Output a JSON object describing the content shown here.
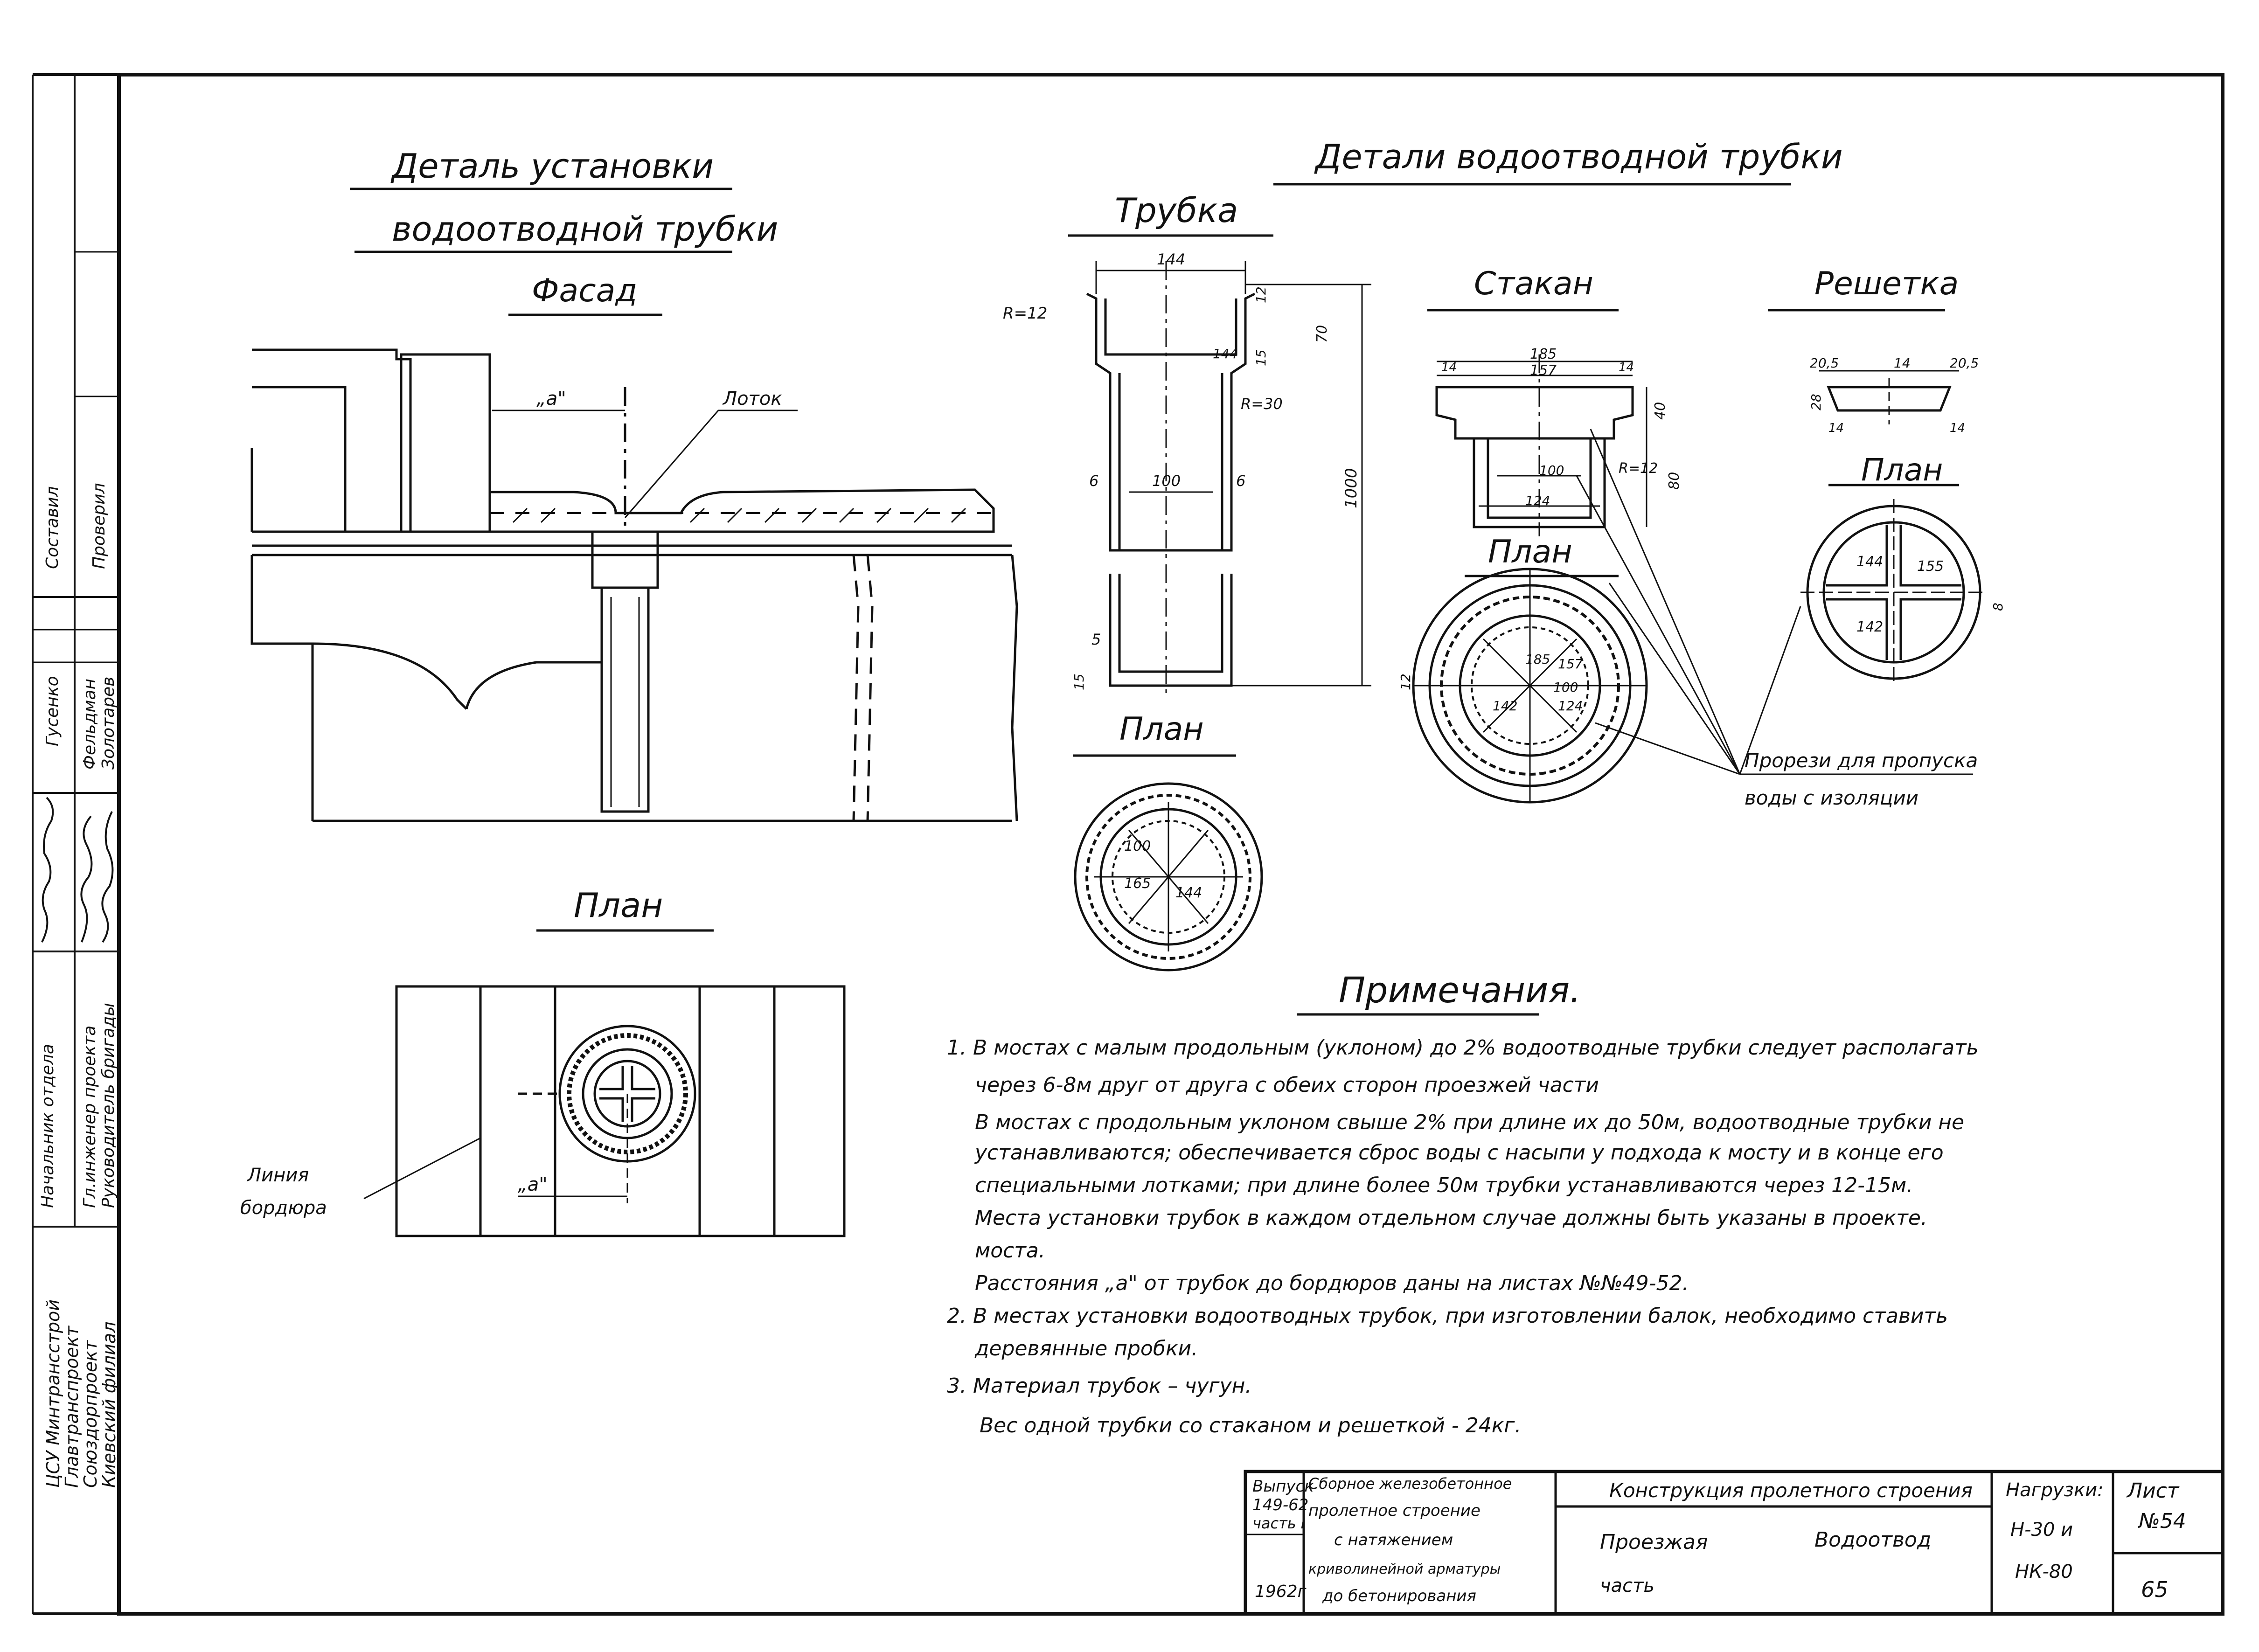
{
  "titles": {
    "install_detail_1": "Деталь установки",
    "install_detail_2": "водоотводной трубки",
    "facade": "Фасад",
    "plan_main": "План",
    "pipe_details": "Детали водоотводной трубки",
    "pipe": "Трубка",
    "socket": "Стакан",
    "grate": "Решетка",
    "pipe_plan": "План",
    "socket_plan": "План",
    "grate_plan": "План",
    "notes": "Примечания."
  },
  "labels": {
    "tray": "Лоток",
    "dim_a_facade": "„а\"",
    "dim_a_plan": "„а\"",
    "curb_line_1": "Линия",
    "curb_line_2": "бордюра",
    "slots_1": "Прорези для пропуска",
    "slots_2": "воды с изоляции"
  },
  "dims": {
    "pipe_top_w": "144",
    "pipe_r": "R=12",
    "pipe_12": "12",
    "pipe_70": "70",
    "pipe_144b": "144",
    "pipe_15": "15",
    "pipe_r30": "R=30",
    "pipe_1000": "1000",
    "pipe_6a": "6",
    "pipe_100": "100",
    "pipe_6b": "6",
    "pipe_5": "5",
    "pipe_15b": "15",
    "plan_100": "100",
    "plan_165": "165",
    "plan_144": "144",
    "socket_185": "185",
    "socket_14a": "14",
    "socket_157": "157",
    "socket_14b": "14",
    "socket_40": "40",
    "socket_r12": "R=12",
    "socket_100": "100",
    "socket_80": "80",
    "socket_124": "124",
    "splan_185": "185",
    "splan_157": "157",
    "splan_100": "100",
    "splan_124": "124",
    "splan_142": "142",
    "splan_12": "12",
    "grate_205a": "20,5",
    "grate_14": "14",
    "grate_205b": "20,5",
    "grate_28": "28",
    "grate_14a": "14",
    "grate_14b": "14",
    "gplan_144": "144",
    "gplan_155": "155",
    "gplan_142": "142",
    "gplan_8": "8"
  },
  "notes": [
    "1. В мостах с малым продольным (уклоном) до 2% водоотводные трубки следует располагать",
    "через 6-8м друг от друга с обеих сторон проезжей части",
    "В мостах с продольным уклоном свыше 2% при длине их до 50м, водоотводные трубки не",
    "устанавливаются; обеспечивается сброс воды с насыпи у подхода к мосту и в конце его",
    "специальными лотками; при длине более 50м трубки устанавливаются через 12-15м.",
    "Места установки трубок в каждом отдельном случае должны быть указаны в проекте.",
    "моста.",
    "Расстояния „а\" от трубок до бордюров даны на листах №№49-52.",
    "2. В местах установки водоотводных трубок, при изготовлении балок, необходимо ставить",
    "деревянные пробки.",
    "3. Материал трубок – чугун.",
    "Вес одной трубки со стаканом и решеткой - 24кг."
  ],
  "stamp": {
    "issue_1": "Выпуск",
    "issue_2": "149-62",
    "issue_3": "часть I",
    "year": "1962г",
    "desc_1": "Сборное железобетонное",
    "desc_2": "пролетное строение",
    "desc_3": "с натяжением",
    "desc_4": "криволинейной арматуры",
    "desc_5": "до бетонирования",
    "construction": "Конструкция пролетного строения",
    "roadway_1": "Проезжая",
    "roadway_2": "часть",
    "drainage": "Водоотвод",
    "loads_label": "Нагрузки:",
    "loads_1": "Н-30 и",
    "loads_2": "НК-80",
    "sheet_label": "Лист",
    "sheet_no": "№54",
    "page_no": "65"
  },
  "side": {
    "org_1": "ЦСУ Минтрансстрой",
    "org_2": "Главтранспроект",
    "org_3": "Союздорпроект",
    "org_4": "Киевский филиал",
    "role_1": "Начальник отдела",
    "role_2": "Гл.инженер проекта",
    "role_3": "Руководитель бригады",
    "name_1": "Гусенко",
    "name_2": "Фельдман",
    "name_3": "Золотарев",
    "compiled": "Составил",
    "checked": "Проверил"
  }
}
